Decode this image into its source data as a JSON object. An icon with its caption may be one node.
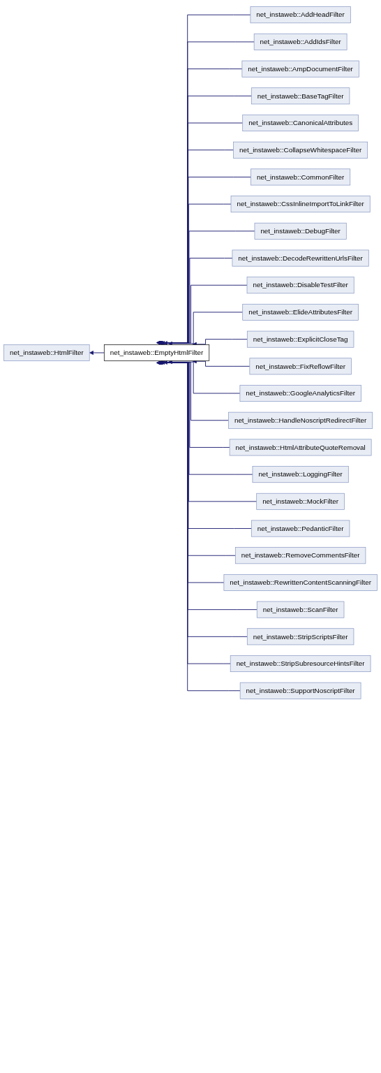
{
  "diagram": {
    "nodes": [
      {
        "text": [
          "net_instaweb::HtmlFilter"
        ]
      },
      {
        "text": [
          "net_instaweb::EmptyHtmlFilter"
        ]
      },
      {
        "text": [
          "net_instaweb::AddHeadFilter"
        ]
      },
      {
        "text": [
          "net_instaweb::AddIdsFilter"
        ]
      },
      {
        "text": [
          "net_instaweb::AmpDocumentFilter"
        ]
      },
      {
        "text": [
          "net_instaweb::BaseTagFilter"
        ]
      },
      {
        "text": [
          "net_instaweb::CanonicalAttributes"
        ]
      },
      {
        "text": [
          "net_instaweb::CollapseWhitespaceFilter"
        ]
      },
      {
        "text": [
          "net_instaweb::CommonFilter"
        ]
      },
      {
        "text": [
          "net_instaweb::CssInlineImportToLinkFilter"
        ]
      },
      {
        "text": [
          "net_instaweb::DebugFilter"
        ]
      },
      {
        "text": [
          "net_instaweb::DecodeRewrittenUrlsFilter"
        ]
      },
      {
        "text": [
          "net_instaweb::DisableTestFilter"
        ]
      },
      {
        "text": [
          "net_instaweb::ElideAttributesFilter"
        ]
      },
      {
        "text": [
          "net_instaweb::ExplicitCloseTag"
        ]
      },
      {
        "text": [
          "net_instaweb::FixReflowFilter"
        ]
      },
      {
        "text": [
          "net_instaweb::GoogleAnalyticsFilter"
        ]
      },
      {
        "text": [
          "net_instaweb::HandleNoscriptRedirectFilter"
        ]
      },
      {
        "text": [
          "net_instaweb::HtmlAttributeQuoteRemoval"
        ]
      },
      {
        "text": [
          "net_instaweb::LoggingFilter"
        ]
      },
      {
        "text": [
          "net_instaweb::MockFilter"
        ]
      },
      {
        "text": [
          "net_instaweb::PedanticFilter"
        ]
      },
      {
        "text": [
          "net_instaweb::RemoveCommentsFilter"
        ]
      },
      {
        "text": [
          "net_instaweb::RewrittenContentScanningFilter"
        ]
      },
      {
        "text": [
          "net_instaweb::ScanFilter"
        ]
      },
      {
        "text": [
          "net_instaweb::StripScriptsFilter"
        ]
      },
      {
        "text": [
          "net_instaweb::StripSubresourceHintsFilter"
        ]
      },
      {
        "text": [
          "net_instaweb::SupportNoscriptFilter"
        ]
      }
    ],
    "edges": [
      {
        "from": 1,
        "to": 0,
        "arrow": "to"
      },
      {
        "from": 2,
        "to": 1,
        "arrow": "to"
      },
      {
        "from": 3,
        "to": 1,
        "arrow": "to"
      },
      {
        "from": 4,
        "to": 1,
        "arrow": "to"
      },
      {
        "from": 5,
        "to": 1,
        "arrow": "to"
      },
      {
        "from": 6,
        "to": 1,
        "arrow": "to"
      },
      {
        "from": 7,
        "to": 1,
        "arrow": "to"
      },
      {
        "from": 8,
        "to": 1,
        "arrow": "to"
      },
      {
        "from": 9,
        "to": 1,
        "arrow": "to"
      },
      {
        "from": 10,
        "to": 1,
        "arrow": "to"
      },
      {
        "from": 11,
        "to": 1,
        "arrow": "to"
      },
      {
        "from": 12,
        "to": 1,
        "arrow": "to"
      },
      {
        "from": 13,
        "to": 1,
        "arrow": "to"
      },
      {
        "from": 14,
        "to": 1,
        "arrow": "to"
      },
      {
        "from": 15,
        "to": 1,
        "arrow": "to"
      },
      {
        "from": 16,
        "to": 1,
        "arrow": "to"
      },
      {
        "from": 17,
        "to": 1,
        "arrow": "to"
      },
      {
        "from": 18,
        "to": 1,
        "arrow": "to"
      },
      {
        "from": 19,
        "to": 1,
        "arrow": "to"
      },
      {
        "from": 20,
        "to": 1,
        "arrow": "to"
      },
      {
        "from": 21,
        "to": 1,
        "arrow": "to"
      },
      {
        "from": 22,
        "to": 1,
        "arrow": "to"
      },
      {
        "from": 23,
        "to": 1,
        "arrow": "to"
      },
      {
        "from": 24,
        "to": 1,
        "arrow": "to"
      },
      {
        "from": 25,
        "to": 1,
        "arrow": "to"
      },
      {
        "from": 26,
        "to": 1,
        "arrow": "to"
      },
      {
        "from": 27,
        "to": 1,
        "arrow": "to"
      }
    ]
  }
}
